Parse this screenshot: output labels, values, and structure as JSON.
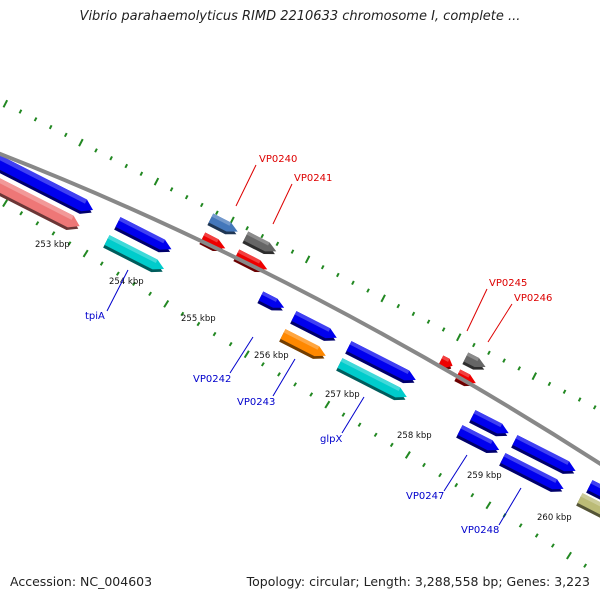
{
  "header": {
    "title": "Vibrio parahaemolyticus RIMD 2210633 chromosome I, complete ..."
  },
  "footer": {
    "accession": "Accession: NC_004603",
    "summary": "Topology: circular; Length: 3,288,558 bp; Genes: 3,223"
  },
  "map": {
    "kbp_labels": [
      "253 kbp",
      "254 kbp",
      "255 kbp",
      "256 kbp",
      "257 kbp",
      "258 kbp",
      "259 kbp",
      "260 kbp"
    ],
    "gene_labels": [
      {
        "name": "VP0240",
        "color": "red"
      },
      {
        "name": "VP0241",
        "color": "red"
      },
      {
        "name": "VP0245",
        "color": "red"
      },
      {
        "name": "VP0246",
        "color": "red"
      },
      {
        "name": "tpiA",
        "color": "blue"
      },
      {
        "name": "VP0242",
        "color": "blue"
      },
      {
        "name": "VP0243",
        "color": "blue"
      },
      {
        "name": "glpX",
        "color": "blue"
      },
      {
        "name": "VP0247",
        "color": "blue"
      },
      {
        "name": "VP0248",
        "color": "blue"
      }
    ]
  },
  "colors": {
    "backbone": "#888888",
    "tick": "#228822",
    "blue_gene": "#0000ee",
    "cyan_gene": "#00cccc",
    "pink_gene": "#ee7777",
    "red_gene": "#ee0000",
    "gray_gene": "#666666",
    "steel_gene": "#4477bb",
    "orange_gene": "#ff8800",
    "olive_gene": "#bbbb77"
  }
}
